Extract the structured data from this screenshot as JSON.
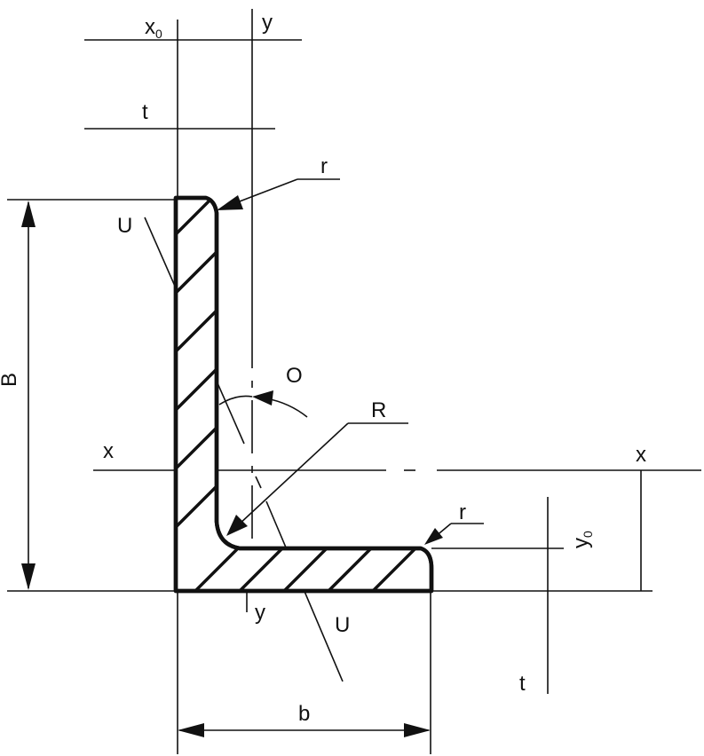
{
  "labels": {
    "x0_main": "x",
    "x0_sub": "0",
    "y_top": "y",
    "t_top": "t",
    "r_top": "r",
    "U_top": "U",
    "B": "B",
    "O": "O",
    "R": "R",
    "x_left": "x",
    "x_right": "x",
    "r_right": "r",
    "y0_main": "y",
    "y0_sub": "0",
    "y_bottom": "y",
    "U_bottom": "U",
    "t_right": "t",
    "b": "b"
  }
}
